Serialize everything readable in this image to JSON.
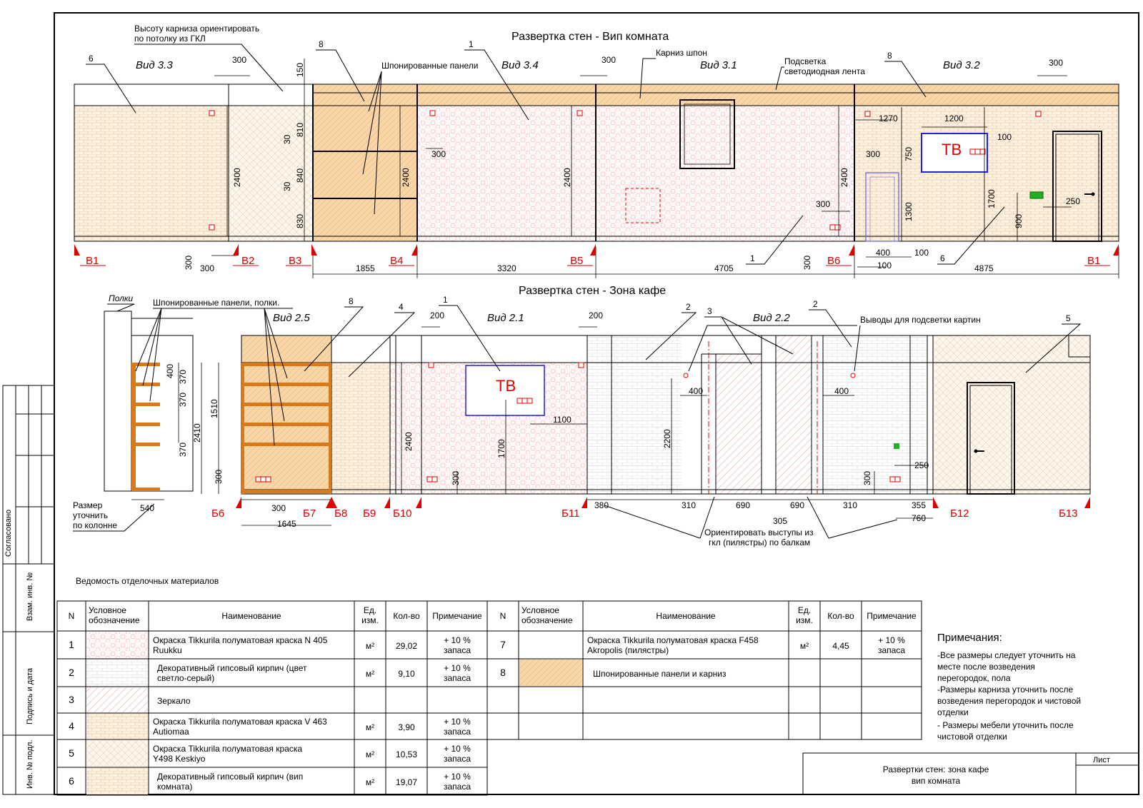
{
  "top": {
    "title": "Развертка стен  - Вип комната",
    "views": [
      "Вид 3.3",
      "Вид 3.4",
      "Вид 3.1",
      "Вид 3.2"
    ],
    "notes": {
      "cornice_height": [
        "Высоту карниза ориентировать",
        "по потолку из ГКЛ"
      ],
      "veneer_panels": "Шпонированные панели",
      "cornice": "Карниз шпон",
      "lighting": [
        "Подсветка",
        "светодиодная лента"
      ]
    },
    "tv": "ТВ",
    "markers": [
      "В1",
      "В2",
      "В3",
      "В4",
      "В5",
      "В6",
      "В1"
    ],
    "labels": [
      "6",
      "8",
      "1",
      "8",
      "1",
      "6"
    ],
    "dims": {
      "d300_a": "300",
      "d150": "150",
      "d300_b": "300",
      "d300_c": "300",
      "d300_d": "300",
      "d810": "810",
      "d840": "840",
      "d830": "830",
      "d30_a": "30",
      "d30_b": "30",
      "h2400_a": "2400",
      "h2400_b": "2400",
      "h2400_c": "2400",
      "h2400_d": "2400",
      "d300_e": "300",
      "d300_f": "300",
      "d300_g": "300",
      "w1855": "1855",
      "w3320": "3320",
      "w4705": "4705",
      "w4875": "4875",
      "d1270": "1270",
      "d1200": "1200",
      "d100_a": "100",
      "d750": "750",
      "d300_h": "300",
      "d1300": "1300",
      "d1700": "1700",
      "d900": "900",
      "d250": "250",
      "d400": "400",
      "d100_b": "100",
      "d100_c": "100"
    }
  },
  "bottom": {
    "title": "Развертка стен  - Зона кафе",
    "views": [
      "Вид 2.5",
      "Вид 2.1",
      "Вид 2.2"
    ],
    "notes": {
      "shelves": "Полки",
      "veneer_shelves": "Шпонированные панели, полки.",
      "picture_lights": "Выводы для подсветки картин",
      "column_size": [
        "Размер",
        "уточнить",
        "по колонне"
      ],
      "pilasters": [
        "Ориентировать  выступы  из",
        "гкл (пилястры) по балкам"
      ]
    },
    "tv": "ТВ",
    "markers": [
      "Б6",
      "Б7",
      "Б8",
      "Б9",
      "Б10",
      "Б11",
      "Б12",
      "Б13"
    ],
    "labels": [
      "8",
      "4",
      "1",
      "2",
      "3",
      "2",
      "5"
    ],
    "dims": {
      "d400": "400",
      "d370_a": "370",
      "d370_b": "370",
      "d370_c": "370",
      "d2410": "2410",
      "d1510": "1510",
      "d300_a": "300",
      "d540": "540",
      "d300_b": "300",
      "d1645": "1645",
      "d200_a": "200",
      "d200_b": "200",
      "d2400": "2400",
      "d1100": "1100",
      "d1700": "1700",
      "d300_c": "300",
      "d2200": "2200",
      "d400_b": "400",
      "d400_c": "400",
      "d380": "380",
      "d310_a": "310",
      "d690_a": "690",
      "d690_b": "690",
      "d310_b": "310",
      "d305": "305",
      "d355": "355",
      "d760": "760",
      "d300_d": "300",
      "d250": "250"
    }
  },
  "materials": {
    "title": "Ведомость отделочных материалов",
    "headers": [
      "N",
      "Условное обозначение",
      "Наименование",
      "Ед. изм.",
      "Кол-во",
      "Примечание"
    ],
    "left_rows": [
      {
        "n": "1",
        "name": [
          "Окраска Tikkurila  полуматовая краска N 405",
          "Ruukku"
        ],
        "unit": "м²",
        "qty": "29,02",
        "note": [
          "+ 10 %",
          "запаса"
        ]
      },
      {
        "n": "2",
        "name": [
          "Декоративный гипсовый кирпич (цвет",
          "светло-серый)"
        ],
        "unit": "м²",
        "qty": "9,10",
        "note": [
          "+ 10 %",
          "запаса"
        ]
      },
      {
        "n": "3",
        "name": [
          "Зеркало",
          ""
        ],
        "unit": "",
        "qty": "",
        "note": [
          "",
          ""
        ]
      },
      {
        "n": "4",
        "name": [
          "Окраска Tikkurila  полуматовая краска V 463",
          "Autiomaa"
        ],
        "unit": "м²",
        "qty": "3,90",
        "note": [
          "+ 10 %",
          "запаса"
        ]
      },
      {
        "n": "5",
        "name": [
          "Окраска Tikkurila  полуматовая краска",
          "Y498 Keskiyo"
        ],
        "unit": "м²",
        "qty": "10,53",
        "note": [
          "+ 10 %",
          "запаса"
        ]
      },
      {
        "n": "6",
        "name": [
          "Декоративный гипсовый кирпич (вип",
          "комната)"
        ],
        "unit": "м²",
        "qty": "19,07",
        "note": [
          "+ 10 %",
          "запаса"
        ]
      }
    ],
    "right_rows": [
      {
        "n": "7",
        "name": [
          "Окраска Tikkurila  полуматовая краска F458",
          "Akropolis (пилястры)"
        ],
        "unit": "м²",
        "qty": "4,45",
        "note": [
          "+ 10 %",
          "запаса"
        ]
      },
      {
        "n": "8",
        "name": [
          "Шпонированные панели и карниз",
          ""
        ],
        "unit": "",
        "qty": "",
        "note": [
          "",
          ""
        ]
      }
    ]
  },
  "notes_block": {
    "title": "Примечания:",
    "lines": [
      "-Все размеры следует уточнить на",
      "месте после возведения",
      "перегородок, пола",
      "-Размеры карниза уточнить после",
      "возведения перегородок и чистовой",
      "отделки",
      "- Размеры мебели уточнить после",
      "чистовой отделки"
    ]
  },
  "side_stamp": [
    "Согласовано",
    "Взам. инв. №",
    "Подпись и дата",
    "Инв. № подл."
  ],
  "title_block": {
    "sheet_label": "Лист",
    "title": [
      "Развертки стен: зона кафе",
      "вип комната"
    ]
  },
  "colors": {
    "veneer": "#f0c080",
    "veneer_light": "#fbe8cc",
    "red": "#e00000",
    "blue": "#2020e0",
    "shelf": "#d97a1a",
    "green": "#20b020"
  }
}
